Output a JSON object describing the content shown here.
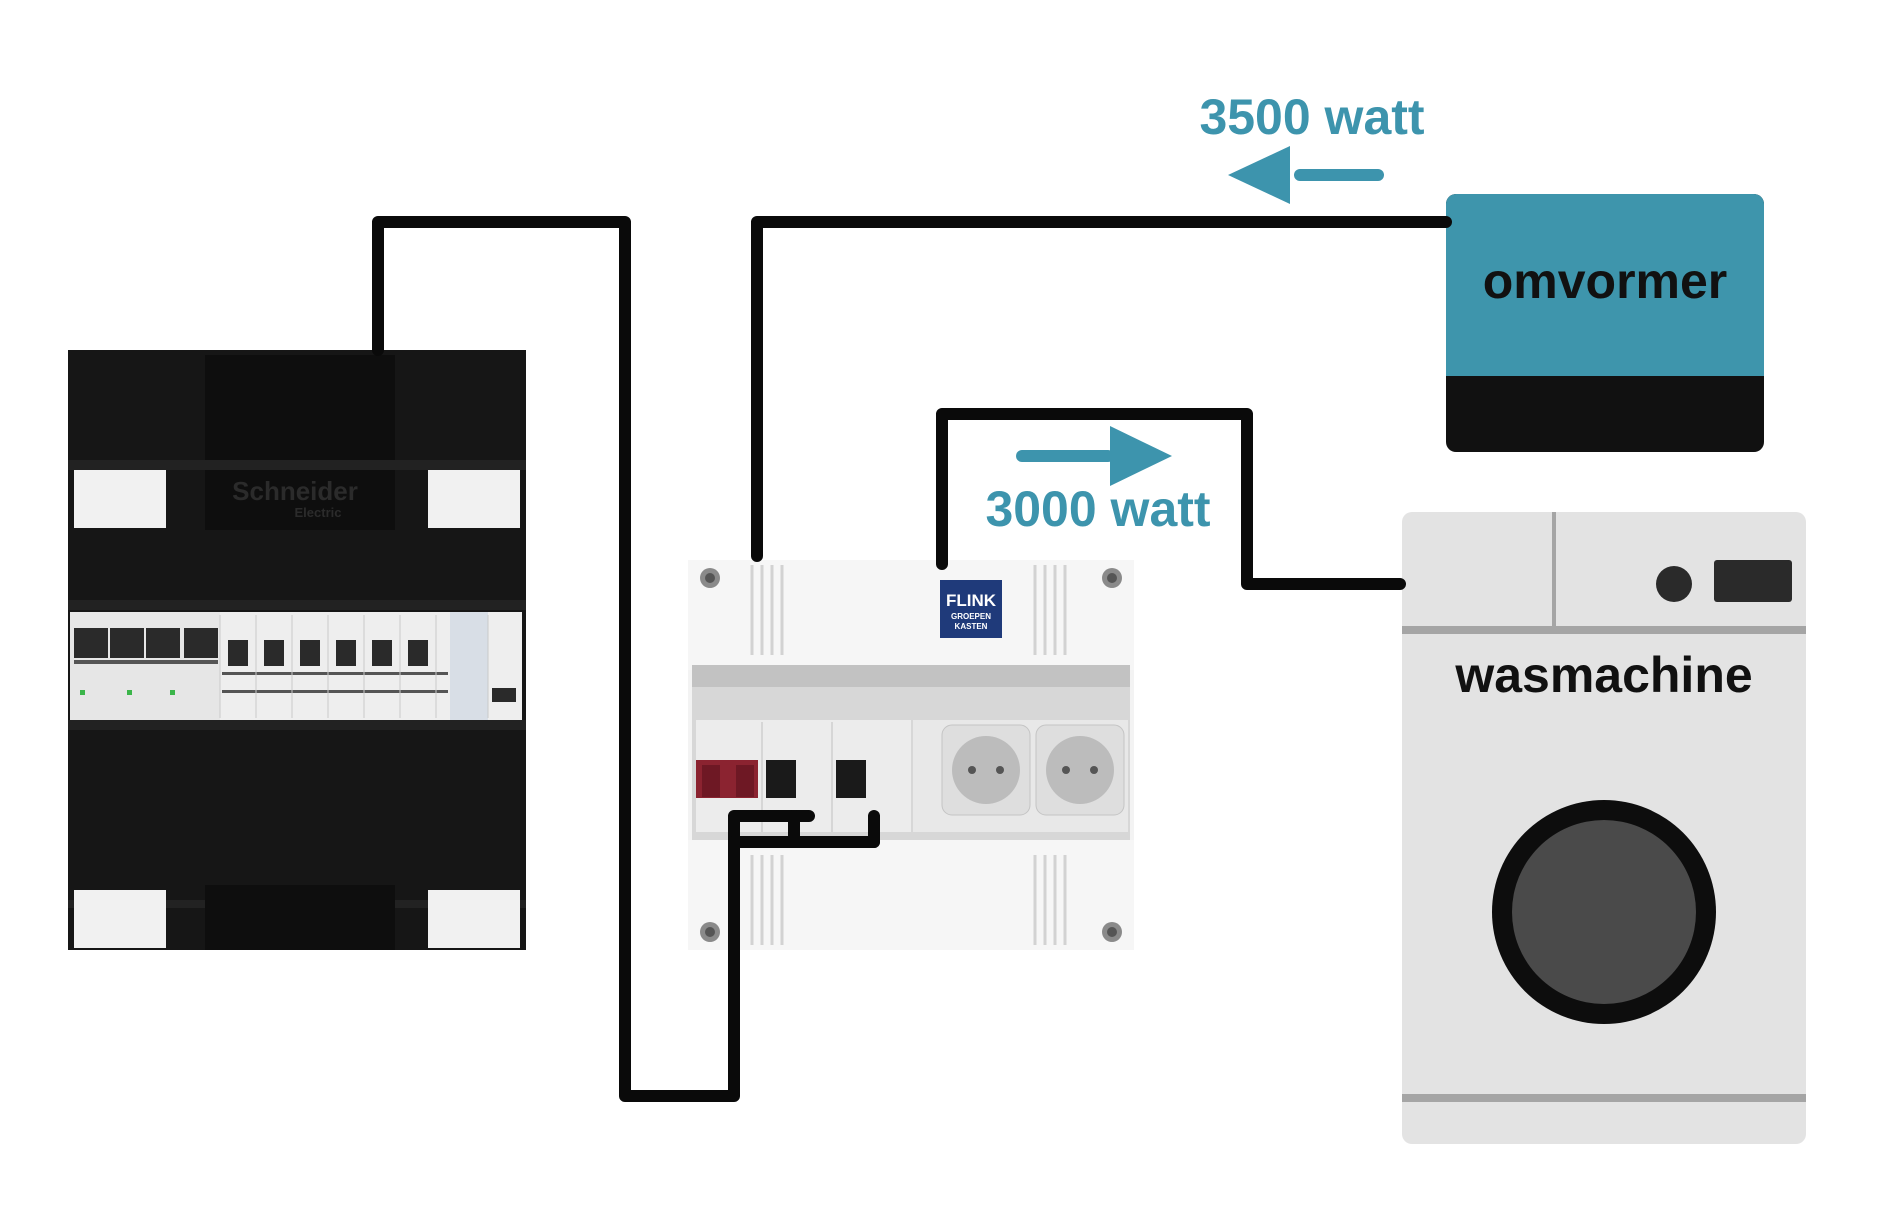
{
  "flows": {
    "inverter_out": {
      "label": "3500 watt"
    },
    "washer_in": {
      "label": "3000 watt"
    }
  },
  "devices": {
    "inverter": {
      "label": "omvormer"
    },
    "washing_machine": {
      "label": "wasmachine"
    },
    "main_panel": {
      "brand": "Schneider",
      "brand_sub": "Electric"
    },
    "group_box": {
      "brand": "FLINK",
      "brand_sub1": "GROEPEN",
      "brand_sub2": "KASTEN"
    }
  },
  "colors": {
    "accent": "#3d94ad",
    "wire": "#0a0a0a",
    "panel_dark": "#161616",
    "appliance_grey": "#e3e3e3"
  }
}
